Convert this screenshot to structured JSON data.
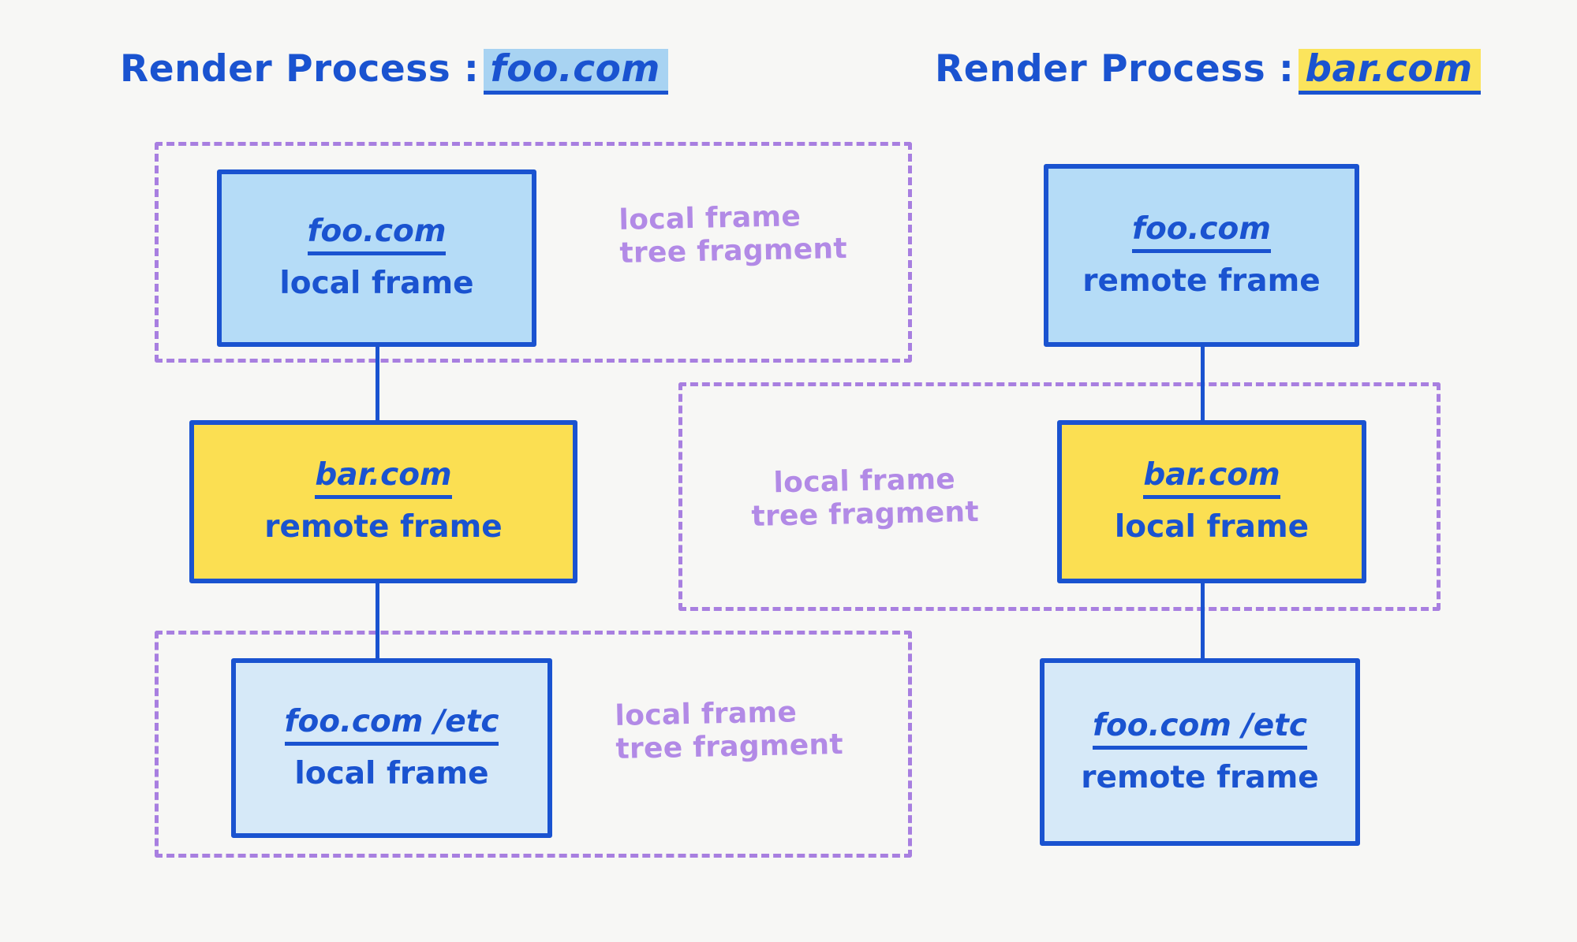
{
  "page": {
    "background_color": "#f7f7f5",
    "ink_color": "#1a53d0",
    "purple_color": "#a87fe0",
    "purple_text_color": "#b28ae6",
    "yellow_fill": "#fbdf52",
    "blue_fill_mid": "#b5dcf7",
    "blue_fill_light": "#d6e9f8"
  },
  "columns": [
    {
      "heading": {
        "label": "Render Process :",
        "domain": "foo.com",
        "highlight": "blue"
      },
      "boxes": [
        {
          "url": "foo.com",
          "kind": "local frame",
          "fill": "blue-mid"
        },
        {
          "url": "bar.com",
          "kind": "remote frame",
          "fill": "yellow"
        },
        {
          "url": "foo.com /etc",
          "kind": "local frame",
          "fill": "blue-light"
        }
      ],
      "fragment_labels": [
        "local frame\ntree fragment",
        "local frame\ntree fragment"
      ]
    },
    {
      "heading": {
        "label": "Render Process :",
        "domain": "bar.com",
        "highlight": "yellow"
      },
      "boxes": [
        {
          "url": "foo.com",
          "kind": "remote frame",
          "fill": "blue-mid"
        },
        {
          "url": "bar.com",
          "kind": "local frame",
          "fill": "yellow"
        },
        {
          "url": "foo.com /etc",
          "kind": "remote frame",
          "fill": "blue-light"
        }
      ],
      "fragment_labels": [
        "local frame\ntree fragment"
      ]
    }
  ],
  "fragments": {
    "left_top_label": "local frame\ntree fragment",
    "middle_label": "local frame\ntree fragment",
    "left_bottom_label": "local frame\ntree fragment"
  }
}
